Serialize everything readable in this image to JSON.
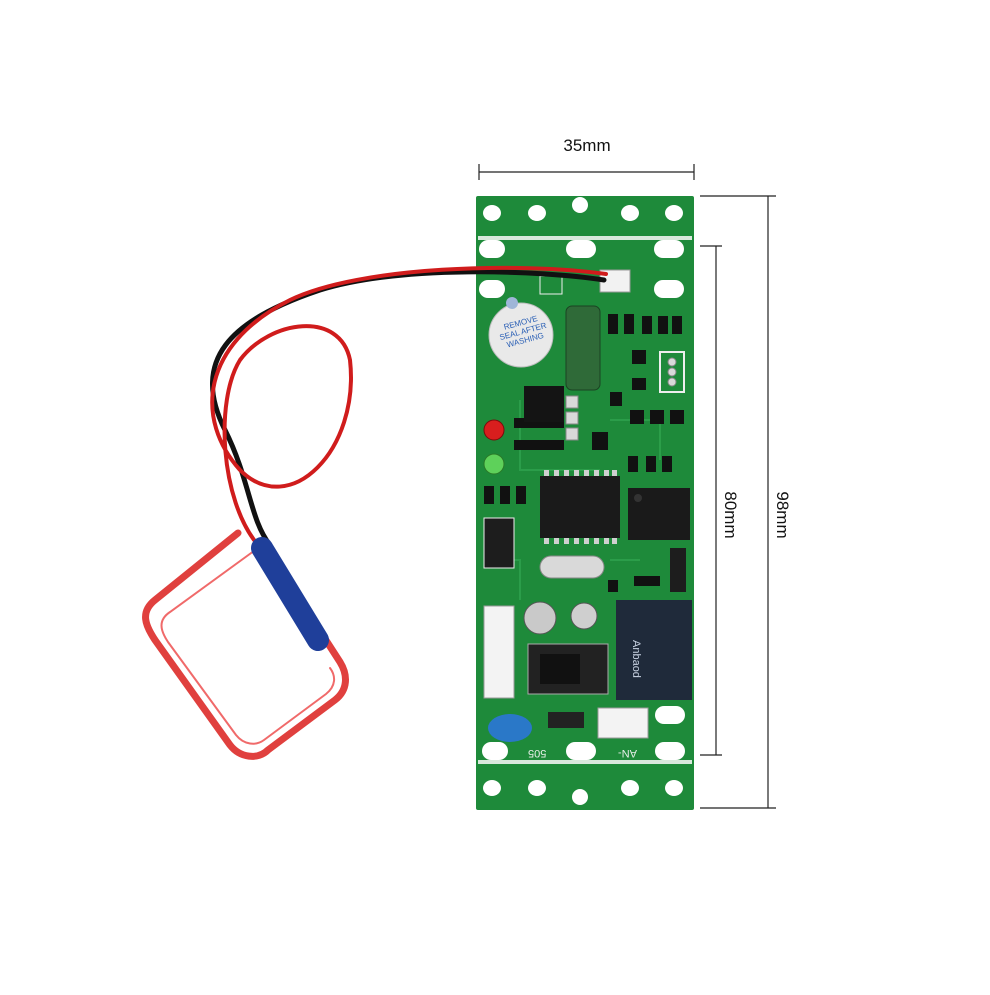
{
  "dimensions": {
    "width_label": "35mm",
    "inner_height_label": "80mm",
    "outer_height_label": "98mm"
  },
  "buzzer": {
    "sticker_text": "REMOVE SEAL AFTER WASHING"
  },
  "board_marks": {
    "bottom_left": "505",
    "bottom_right": "AN-"
  },
  "relay": {
    "brand": "Anbaod"
  },
  "colors": {
    "pcb_green": "#1e8a3a",
    "wire_red": "#d01c1c",
    "wire_black": "#111111",
    "coil_red": "#e0403e",
    "heatshrink_blue": "#1f3f9a"
  }
}
